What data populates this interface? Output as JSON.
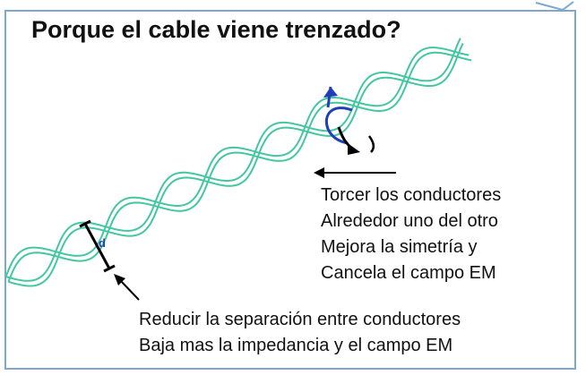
{
  "title": "Porque el cable viene trenzado?",
  "diagram": {
    "distance_label": "d",
    "twist_note": [
      "Torcer los conductores",
      "Alrededor uno del otro",
      "Mejora la simetría y",
      "Cancela el campo EM"
    ],
    "separation_note": [
      "Reducir la separación entre conductores",
      "Baja mas la impedancia y el campo EM"
    ],
    "colors": {
      "cable": "#44c7a0",
      "rotation_arrow": "#1f3fb8",
      "arrows": "#000000",
      "frame": "#7fa7cf",
      "label": "#1f3fb8"
    }
  }
}
